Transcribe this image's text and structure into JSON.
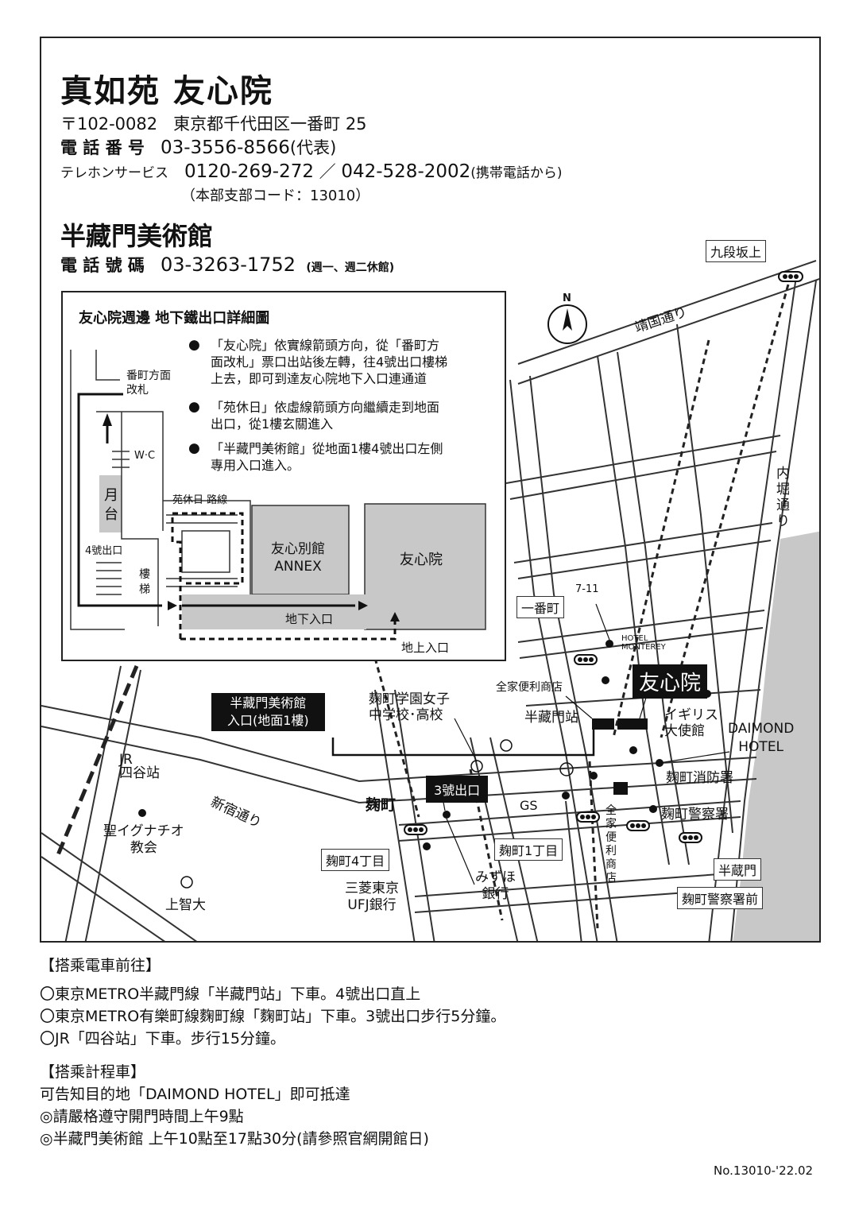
{
  "header": {
    "title": "真如苑 友心院",
    "postal": "〒102-0082",
    "address": "東京都千代田区一番町 25",
    "phone_label": "電 話 番 号",
    "phone": "03-3556-8566",
    "phone_note": "(代表)",
    "tel_service_label": "テレホンサービス",
    "tel_service_1": "0120-269-272",
    "tel_service_sep": "／",
    "tel_service_2": "042-528-2002",
    "tel_service_note": "(携帯電話から)",
    "branch_code": "（本部支部コード：13010）"
  },
  "museum": {
    "title": "半藏門美術館",
    "phone_label": "電 話 號 碼",
    "phone": "03-3263-1752",
    "phone_note": "(週一、週二休館)"
  },
  "inset": {
    "title": "友心院週邊 地下鐵出口詳細圖",
    "bullets": [
      [
        "「友心院」依實線箭頭方向，從「番町方",
        "面改札」票口出站後左轉，往4號出口樓梯",
        "上去，即可到達友心院地下入口連通道"
      ],
      [
        "「苑休日」依虛線箭頭方向繼續走到地面",
        "出口，從1樓玄關進入"
      ],
      [
        "「半藏門美術館」從地面1樓4號出口左側",
        "專用入口進入。"
      ]
    ],
    "labels": {
      "gate": [
        "番町方面",
        "改札"
      ],
      "wc": "W·C",
      "platform": [
        "月",
        "台"
      ],
      "exit4": "4號出口",
      "stairs": [
        "樓",
        "梯"
      ],
      "holiday_route": "苑休日 路線",
      "annex": [
        "友心別館",
        "ANNEX"
      ],
      "yushinin": "友心院",
      "underground_entrance": "地下入口",
      "ground_entrance": "地上入口"
    }
  },
  "map": {
    "compass": "N",
    "roads": {
      "yasukuni": "靖国通り",
      "uchibori": "内堀通り",
      "shinjuku": "新宿通り"
    },
    "stations": {
      "kudanshita": "九段坂上",
      "ichibancho": "一番町",
      "kojimachi4": "麹町4丁目",
      "kojimachi1": "麹町1丁目",
      "hanzomon": "半蔵門",
      "police_mae": "麹町警察署前"
    },
    "places": {
      "seven": "7-11",
      "monterey": [
        "HOTEL",
        "MONTEREY"
      ],
      "yushinin": "友心院",
      "family1": "全家便利商店",
      "hanzomon_station": "半藏門站",
      "uk_embassy": [
        "イギリス",
        "大使館"
      ],
      "diamond": [
        "DAIMOND",
        "HOTEL"
      ],
      "school": [
        "麹町学園女子",
        "中学校･高校"
      ],
      "museum_entrance": [
        "半藏門美術館",
        "入口(地面1樓)"
      ],
      "exit3": "3號出口",
      "fire": "麹町消防署",
      "police": "麹町警察署",
      "gs": "GS",
      "family2": [
        "全",
        "家",
        "便",
        "利",
        "商",
        "店"
      ],
      "jr": [
        "JR",
        "四谷站"
      ],
      "kojimachi": "麹町",
      "church": [
        "聖イグナチオ",
        "教会"
      ],
      "sophia": "上智大",
      "mufg": [
        "三菱東京",
        "UFJ銀行"
      ],
      "mizuho": [
        "みずほ",
        "銀行"
      ]
    }
  },
  "access": {
    "train_title": "【搭乘電車前往】",
    "train_lines": [
      "〇東京METRO半藏門線「半藏門站」下車。4號出口直上",
      "〇東京METRO有樂町線麴町線「麴町站」下車。3號出口步行5分鐘。",
      "〇JR「四谷站」下車。步行15分鐘。"
    ],
    "taxi_title": "【搭乘計程車】",
    "taxi_lines": [
      "可告知目的地「DAIMOND HOTEL」即可抵達",
      "◎請嚴格遵守開門時間上午9點",
      "◎半藏門美術館 上午10點至17點30分(請參照官網開館日)"
    ]
  },
  "footer": {
    "doc_no": "No.13010-'22.02"
  }
}
